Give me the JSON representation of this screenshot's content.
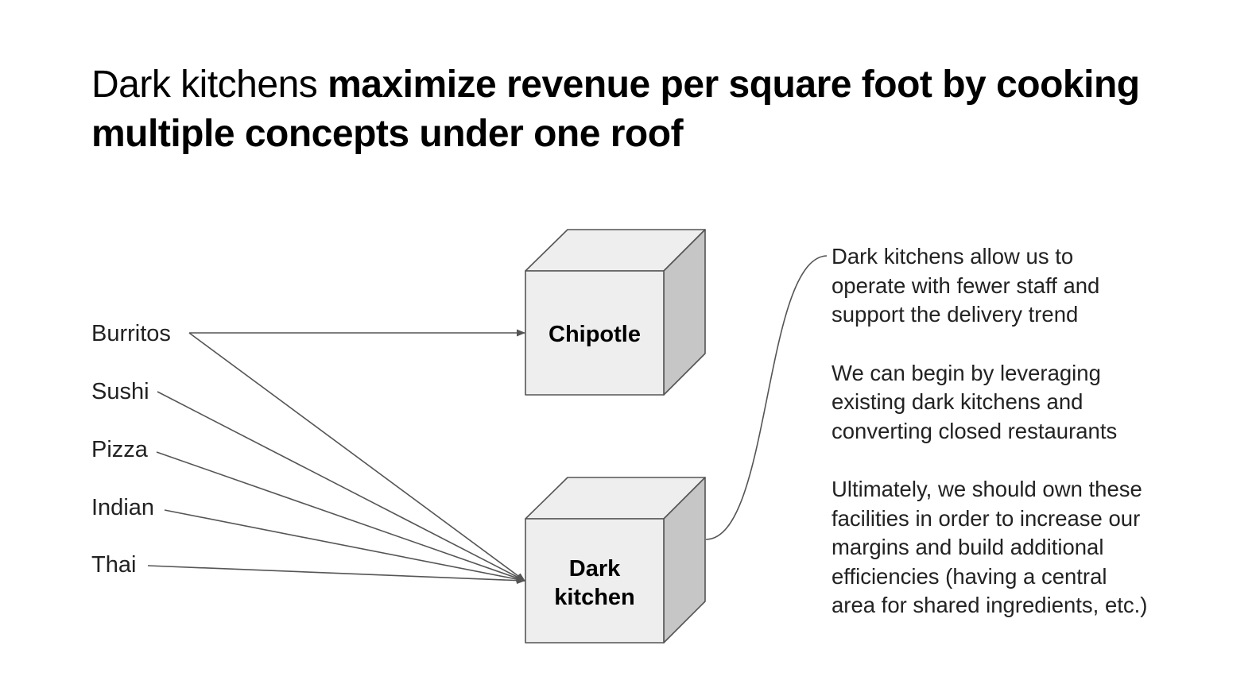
{
  "title": {
    "light": "Dark kitchens ",
    "bold": "maximize revenue per square foot by cooking multiple concepts under one roof"
  },
  "diagram": {
    "categories": [
      "Burritos",
      "Sushi",
      "Pizza",
      "Indian",
      "Thai"
    ],
    "boxes": {
      "chipotle": {
        "lines": [
          "Chipotle"
        ]
      },
      "dark_kitchen": {
        "lines": [
          "Dark",
          "kitchen"
        ]
      }
    },
    "colors": {
      "box_front": "#eeeeee",
      "box_top": "#eeeeee",
      "box_side": "#c6c6c6",
      "stroke": "#555555"
    }
  },
  "notes": [
    "Dark kitchens allow us to\noperate with fewer staff and\nsupport the delivery trend",
    "We can begin by leveraging\nexisting dark kitchens and\nconverting closed restaurants",
    "Ultimately, we should own these\nfacilities in order to increase our\nmargins and build additional\nefficiencies (having a central\narea for shared ingredients, etc.)"
  ]
}
